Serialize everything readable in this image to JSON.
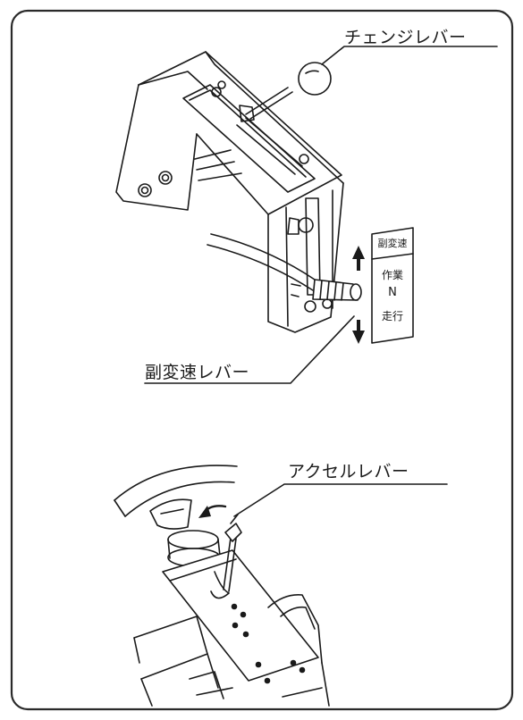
{
  "labels": {
    "change_lever": "チェンジレバー",
    "sub_shift_lever": "副変速レバー",
    "accel_lever": "アクセルレバー"
  },
  "shift_plate": {
    "title": "副変速",
    "work": "作業",
    "neutral": "N",
    "travel": "走行"
  },
  "colors": {
    "ink": "#1a1a1a",
    "frame": "#2a2a2a",
    "background": "#ffffff"
  }
}
